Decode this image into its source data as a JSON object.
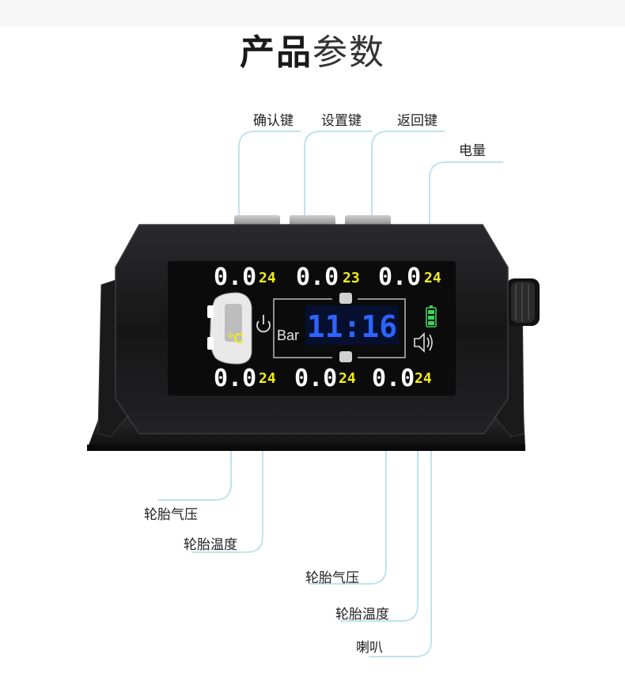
{
  "title": {
    "bold": "产品",
    "light": "参数"
  },
  "callouts": {
    "confirm_key": "确认键",
    "settings_key": "设置键",
    "back_key": "返回键",
    "battery": "电量",
    "tire_pressure_left": "轮胎气压",
    "tire_temperature_left": "轮胎温度",
    "tire_pressure_right": "轮胎气压",
    "tire_temperature_right": "轮胎温度",
    "speaker": "喇叭"
  },
  "display": {
    "top_row": [
      {
        "pressure": "0.0",
        "temperature": "24"
      },
      {
        "pressure": "0.0",
        "temperature": "23"
      },
      {
        "pressure": "0.0",
        "temperature": "24"
      }
    ],
    "bottom_row": [
      {
        "pressure": "0.0",
        "temperature": "24"
      },
      {
        "pressure": "0.0",
        "temperature": "24"
      },
      {
        "pressure": "0.0",
        "temperature": "24"
      }
    ],
    "clock": "11:16",
    "unit": "Bar",
    "temp_unit": "°C"
  },
  "colors": {
    "pressure_digits": "#ffffff",
    "temperature_digits": "#f2ec1c",
    "clock_digits": "#2d64ff",
    "battery": "#3fd35a",
    "callout_line": "#bfe3ef",
    "device_body": "#1b1b1d",
    "screen": "#0b0b0c"
  },
  "icons": [
    "car-icon",
    "power-icon",
    "battery-icon",
    "speaker-icon"
  ]
}
